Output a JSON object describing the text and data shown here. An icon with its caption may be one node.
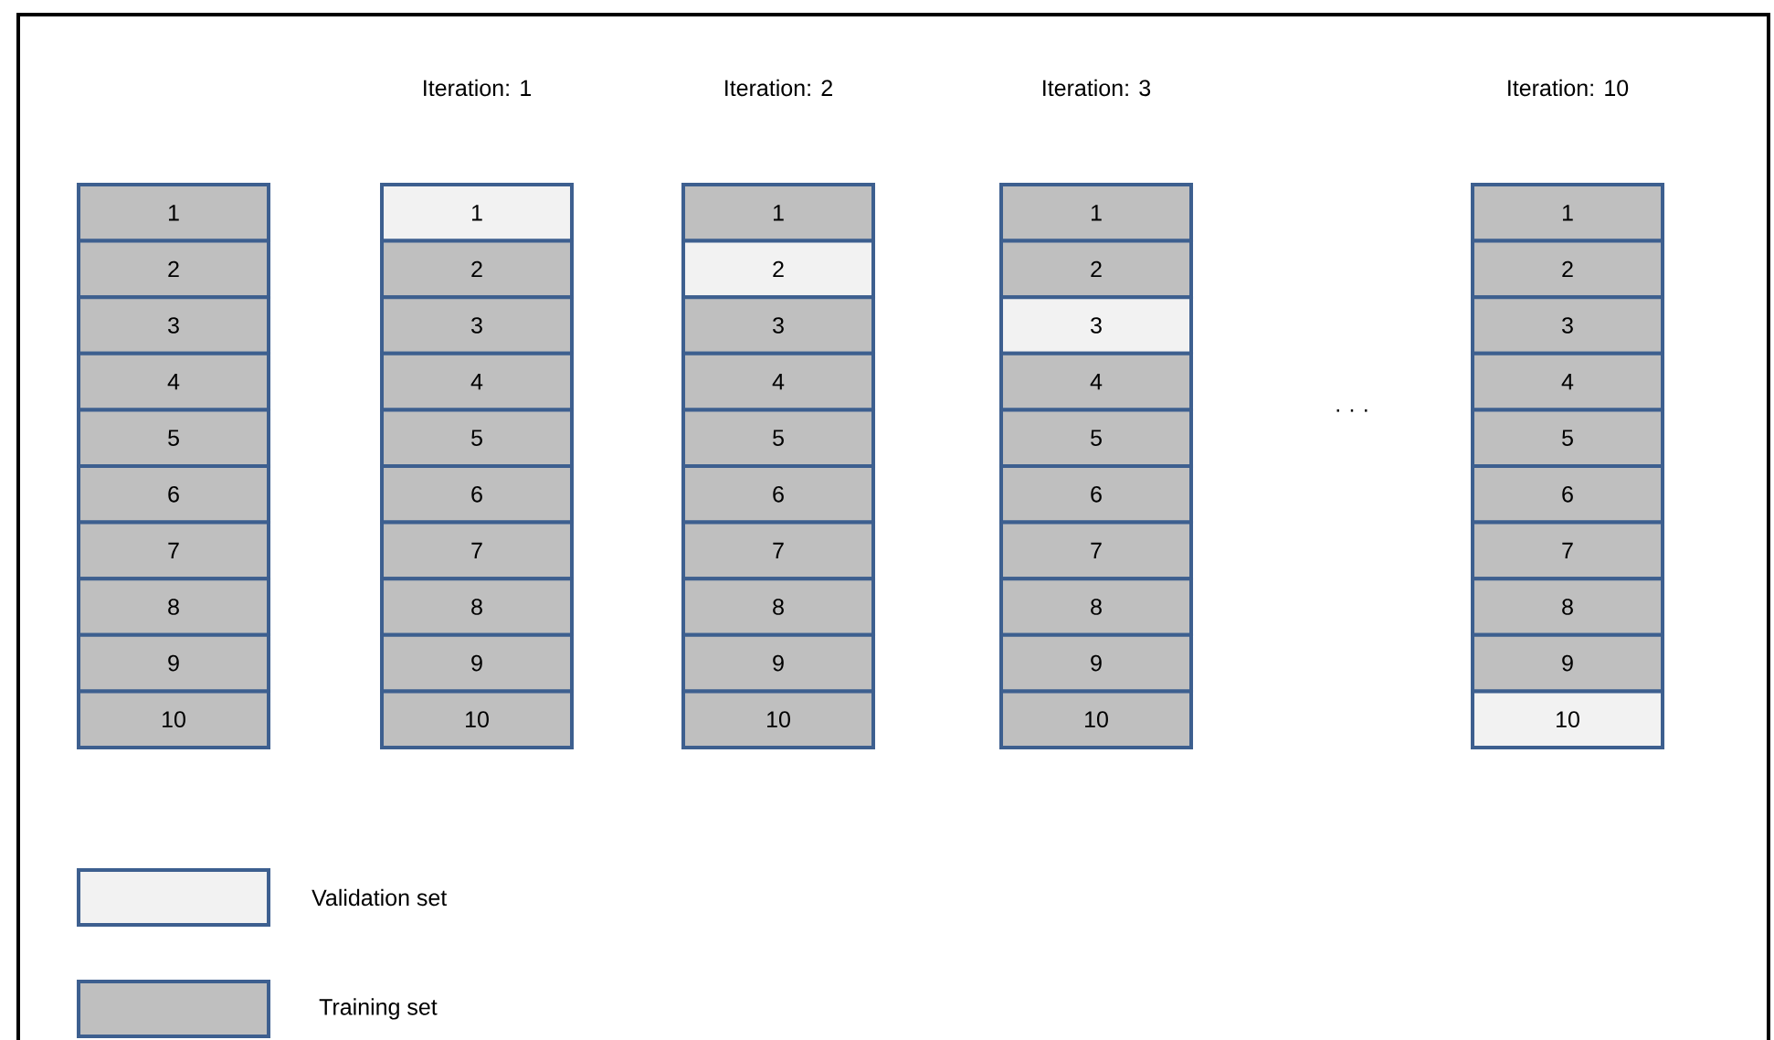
{
  "diagram": {
    "nodes": [
      {
        "text": [
          "1"
        ]
      },
      {
        "text": [
          "2"
        ]
      },
      {
        "text": [
          "3"
        ]
      },
      {
        "text": [
          "4"
        ]
      },
      {
        "text": [
          "5"
        ]
      },
      {
        "text": [
          "6"
        ]
      },
      {
        "text": [
          "7"
        ]
      },
      {
        "text": [
          "8"
        ]
      },
      {
        "text": [
          "9"
        ]
      },
      {
        "text": [
          "10"
        ]
      },
      {
        "text": [
          "1"
        ]
      },
      {
        "text": [
          "2"
        ]
      },
      {
        "text": [
          "3"
        ]
      },
      {
        "text": [
          "4"
        ]
      },
      {
        "text": [
          "5"
        ]
      },
      {
        "text": [
          "6"
        ]
      },
      {
        "text": [
          "7"
        ]
      },
      {
        "text": [
          "8"
        ]
      },
      {
        "text": [
          "9"
        ]
      },
      {
        "text": [
          "10"
        ]
      },
      {
        "text": [
          "1"
        ]
      },
      {
        "text": [
          "2"
        ]
      },
      {
        "text": [
          "3"
        ]
      },
      {
        "text": [
          "4"
        ]
      },
      {
        "text": [
          "5"
        ]
      },
      {
        "text": [
          "6"
        ]
      },
      {
        "text": [
          "7"
        ]
      },
      {
        "text": [
          "8"
        ]
      },
      {
        "text": [
          "9"
        ]
      },
      {
        "text": [
          "10"
        ]
      },
      {
        "text": [
          "1"
        ]
      },
      {
        "text": [
          "2"
        ]
      },
      {
        "text": [
          "3"
        ]
      },
      {
        "text": [
          "4"
        ]
      },
      {
        "text": [
          "5"
        ]
      },
      {
        "text": [
          "6"
        ]
      },
      {
        "text": [
          "7"
        ]
      },
      {
        "text": [
          "8"
        ]
      },
      {
        "text": [
          "9"
        ]
      },
      {
        "text": [
          "10"
        ]
      },
      {
        "text": [
          "1"
        ]
      },
      {
        "text": [
          "2"
        ]
      },
      {
        "text": [
          "3"
        ]
      },
      {
        "text": [
          "4"
        ]
      },
      {
        "text": [
          "5"
        ]
      },
      {
        "text": [
          "6"
        ]
      },
      {
        "text": [
          "7"
        ]
      },
      {
        "text": [
          "8"
        ]
      },
      {
        "text": [
          "9"
        ]
      },
      {
        "text": [
          "10"
        ]
      }
    ],
    "labels": [
      "Iteration: 1",
      "Iteration: 2",
      "Iteration: 3",
      "Iteration: 10",
      "· · ·"
    ],
    "legend": [
      {
        "text": "Validation set",
        "color": "#f2f2f2"
      },
      {
        "text": "Training set",
        "color": "#bfbfbf"
      }
    ]
  }
}
